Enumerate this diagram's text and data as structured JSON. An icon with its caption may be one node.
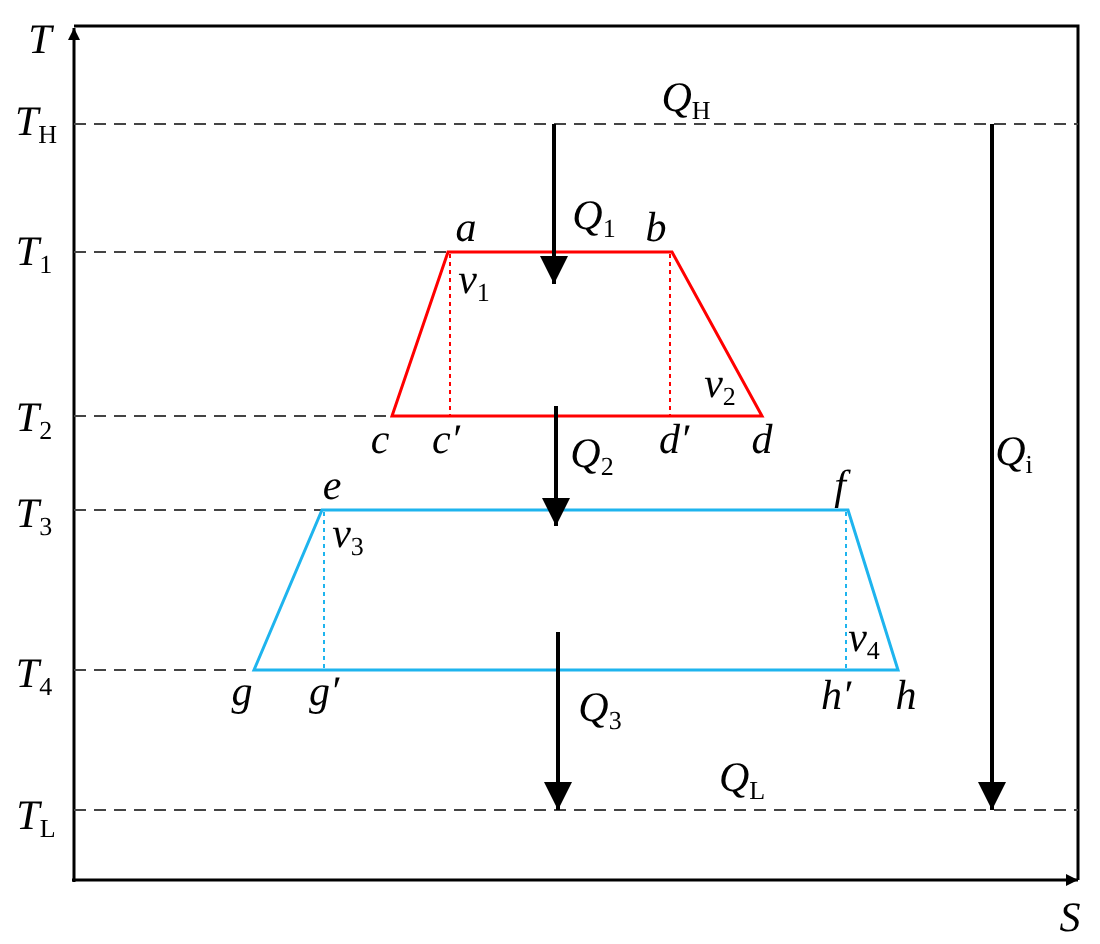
{
  "diagram": {
    "labels": [
      "T",
      "T$_{H}$",
      "Q$_{H}$",
      "Q$_{1}$",
      "a",
      "b",
      "T$_{1}$",
      "v$_{1}$",
      "v$_{2}$",
      "T$_{2}$",
      "c",
      "c′",
      "d′",
      "d",
      "Q$_{2}$",
      "Q$_{i}$",
      "e",
      "f",
      "T$_{3}$",
      "v$_{3}$",
      "v$_{4}$",
      "T$_{4}$",
      "g",
      "g′",
      "h′",
      "h",
      "Q$_{3}$",
      "Q$_{L}$",
      "T$_{L}$",
      "S"
    ]
  }
}
